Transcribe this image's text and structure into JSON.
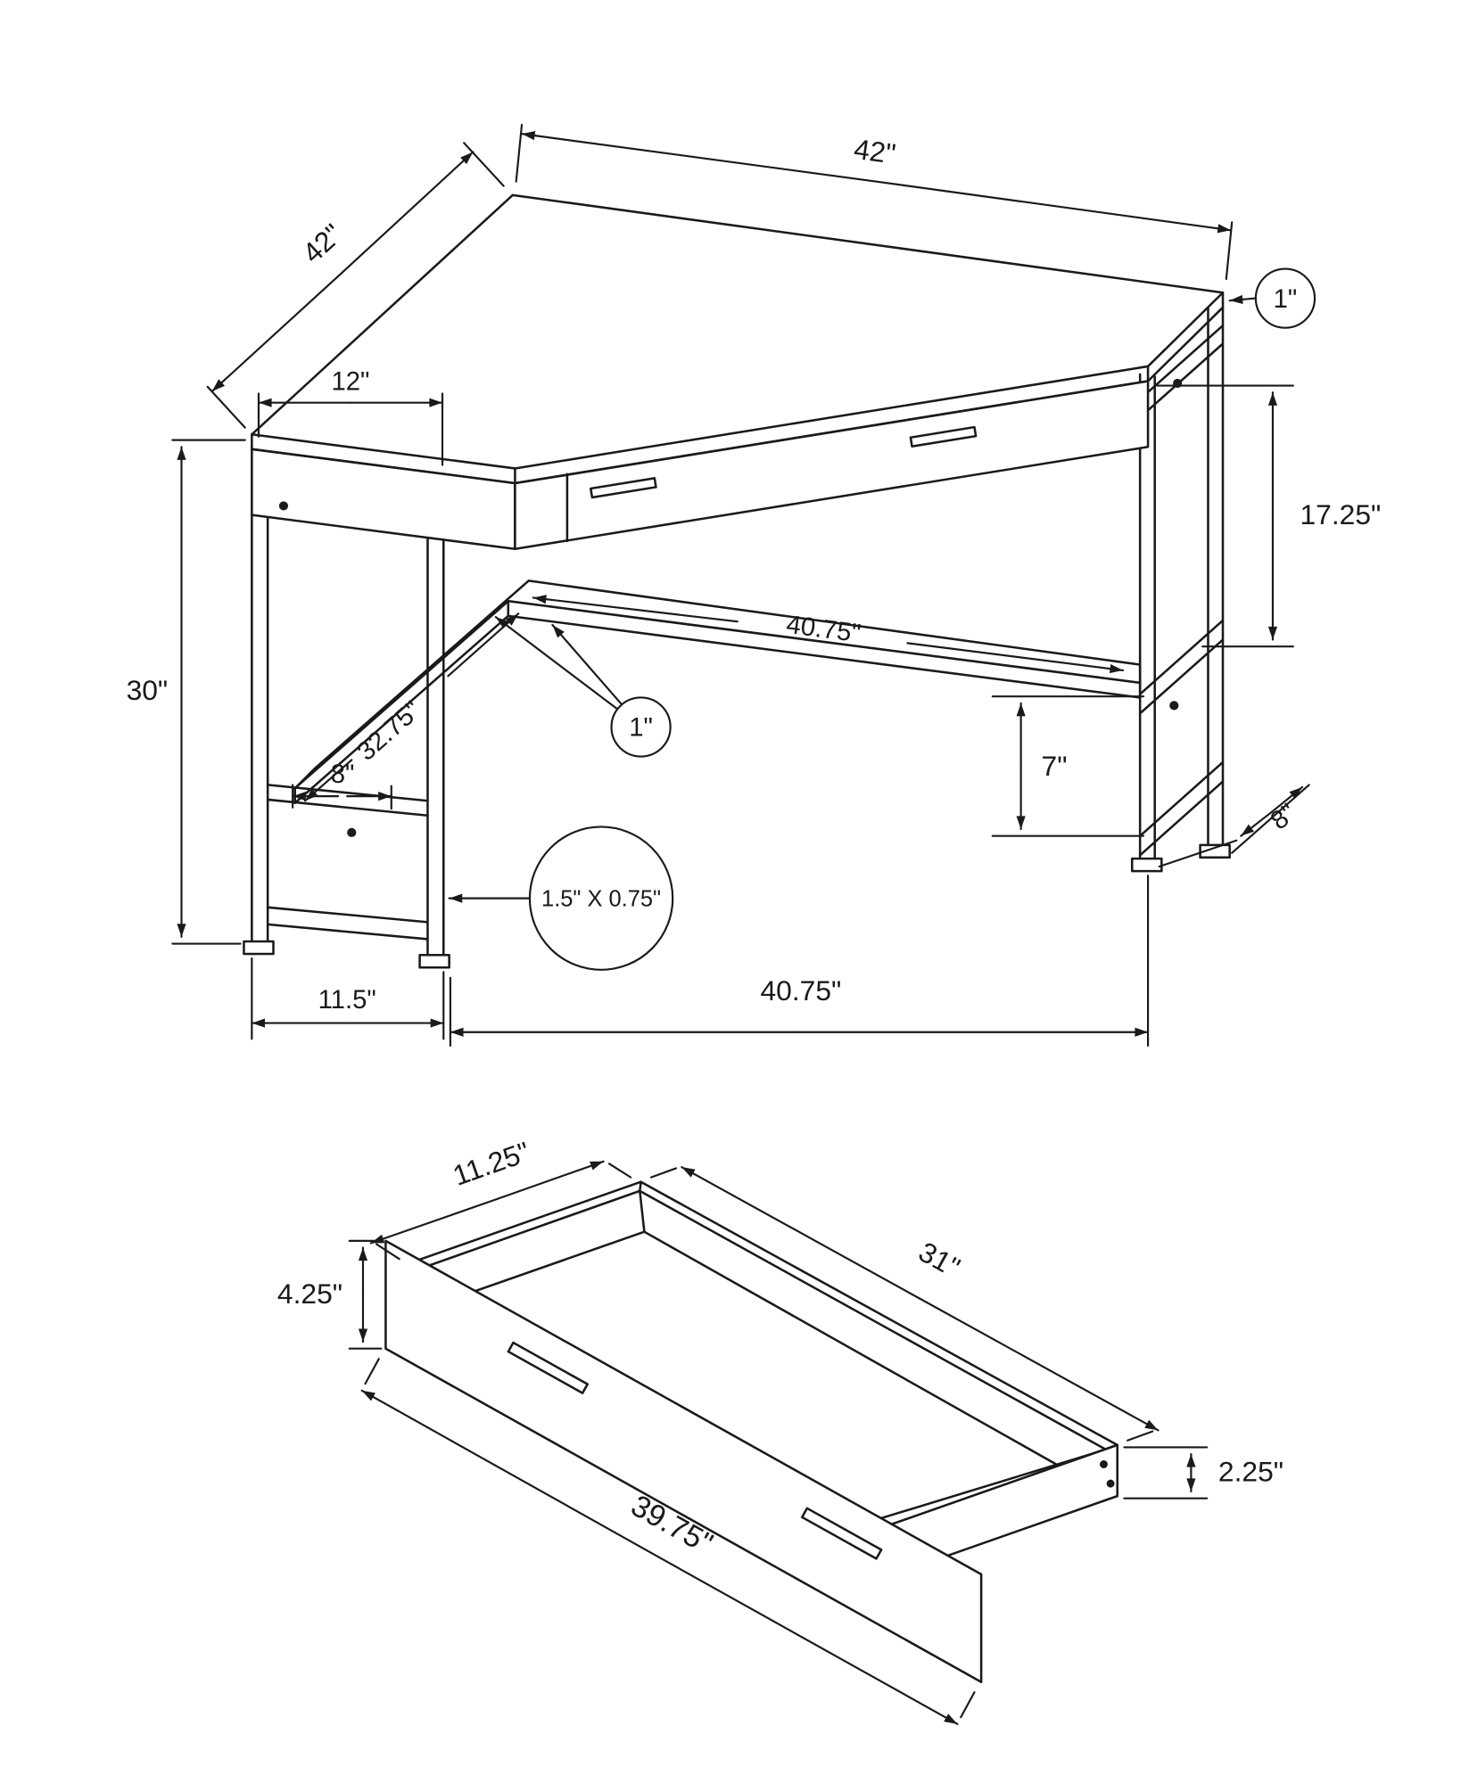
{
  "page": {
    "background": "#ffffff",
    "ink": "#1a1a1a"
  },
  "desk_diagram": {
    "dims": {
      "top_right_42": "42\"",
      "top_left_42": "42\"",
      "left_side_12": "12\"",
      "top_thickness_1": "1\"",
      "right_17_25": "17.25\"",
      "height_30": "30\"",
      "shelf_40_75": "40.75\"",
      "shelf_angled_32_75": "32.75\"",
      "shelf_left_8": "8\"",
      "shelf_thickness_1": "1\"",
      "tube_size": "1.5\" X 0.75\"",
      "shelf_clearance_7": "7\"",
      "leg_depth_8": "8\"",
      "leg_width_11_5": "11.5\"",
      "floor_40_75": "40.75\""
    }
  },
  "drawer_diagram": {
    "dims": {
      "width_11_25": "11.25\"",
      "length_31": "31\"",
      "front_height_4_25": "4.25\"",
      "side_height_2_25": "2.25\"",
      "front_length_39_75": "39.75\""
    }
  }
}
